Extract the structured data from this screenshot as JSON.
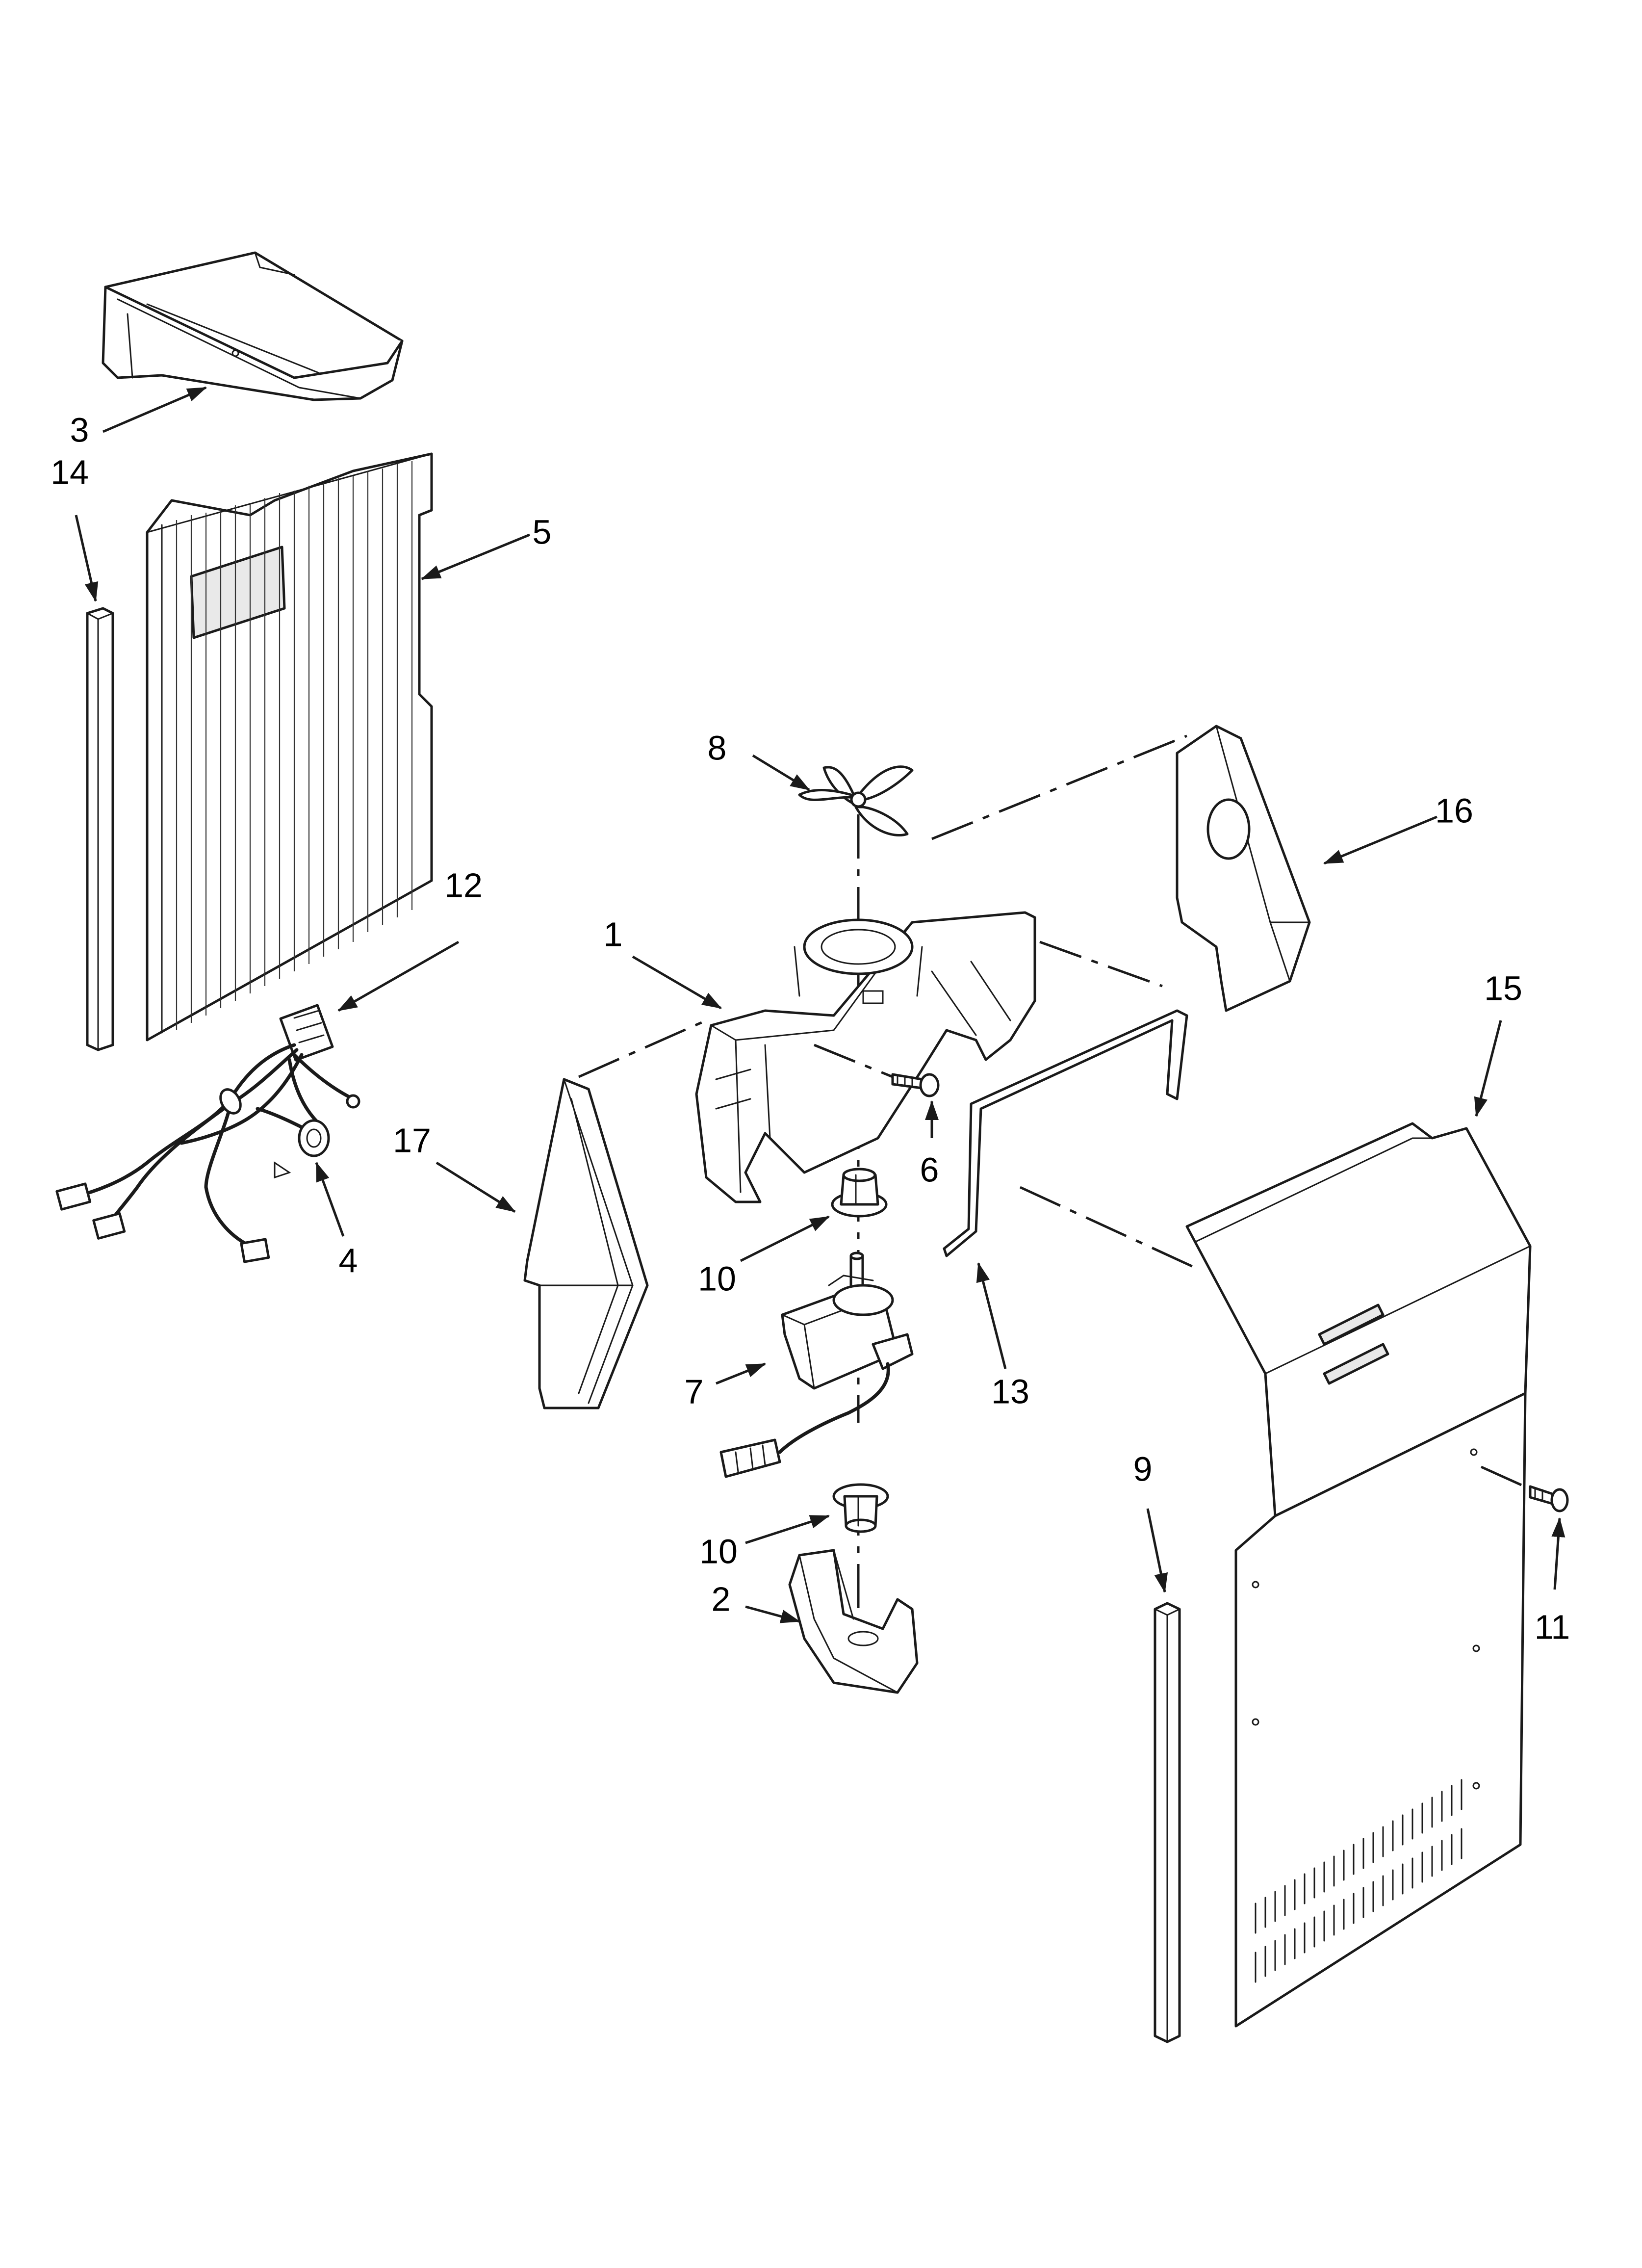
{
  "callouts": [
    {
      "id": "1",
      "label": "1"
    },
    {
      "id": "2",
      "label": "2"
    },
    {
      "id": "3",
      "label": "3"
    },
    {
      "id": "4",
      "label": "4"
    },
    {
      "id": "5",
      "label": "5"
    },
    {
      "id": "6",
      "label": "6"
    },
    {
      "id": "7",
      "label": "7"
    },
    {
      "id": "8",
      "label": "8"
    },
    {
      "id": "9",
      "label": "9"
    },
    {
      "id": "10a",
      "label": "10"
    },
    {
      "id": "10b",
      "label": "10"
    },
    {
      "id": "11",
      "label": "11"
    },
    {
      "id": "12",
      "label": "12"
    },
    {
      "id": "13",
      "label": "13"
    },
    {
      "id": "14",
      "label": "14"
    },
    {
      "id": "15",
      "label": "15"
    },
    {
      "id": "16",
      "label": "16"
    },
    {
      "id": "17",
      "label": "17"
    }
  ],
  "colors": {
    "line": "#1a1a1a",
    "background": "#ffffff",
    "fill": "#ffffff"
  }
}
